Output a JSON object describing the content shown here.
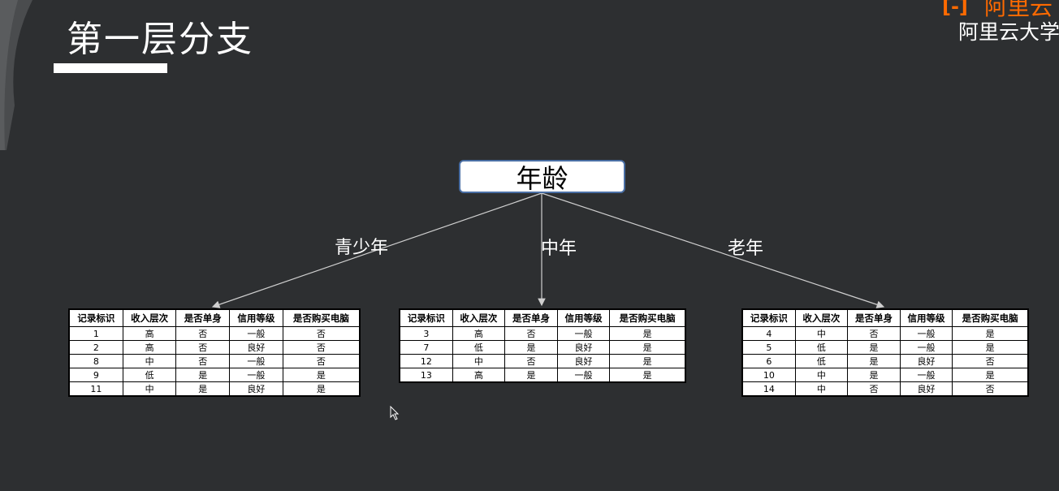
{
  "title": "第一层分支",
  "logo": {
    "mark": "[-]",
    "brand": "阿里云",
    "sub": "阿里云大学",
    "color": "#ff6a00"
  },
  "root_node": "年龄",
  "branches": [
    {
      "label": "青少年",
      "headers": [
        "记录标识",
        "收入层次",
        "是否单身",
        "信用等级",
        "是否购买电脑"
      ],
      "rows": [
        [
          "1",
          "高",
          "否",
          "一般",
          "否"
        ],
        [
          "2",
          "高",
          "否",
          "良好",
          "否"
        ],
        [
          "8",
          "中",
          "否",
          "一般",
          "否"
        ],
        [
          "9",
          "低",
          "是",
          "一般",
          "是"
        ],
        [
          "11",
          "中",
          "是",
          "良好",
          "是"
        ]
      ]
    },
    {
      "label": "中年",
      "headers": [
        "记录标识",
        "收入层次",
        "是否单身",
        "信用等级",
        "是否购买电脑"
      ],
      "rows": [
        [
          "3",
          "高",
          "否",
          "一般",
          "是"
        ],
        [
          "7",
          "低",
          "是",
          "良好",
          "是"
        ],
        [
          "12",
          "中",
          "否",
          "良好",
          "是"
        ],
        [
          "13",
          "高",
          "是",
          "一般",
          "是"
        ]
      ]
    },
    {
      "label": "老年",
      "headers": [
        "记录标识",
        "收入层次",
        "是否单身",
        "信用等级",
        "是否购买电脑"
      ],
      "rows": [
        [
          "4",
          "中",
          "否",
          "一般",
          "是"
        ],
        [
          "5",
          "低",
          "是",
          "一般",
          "是"
        ],
        [
          "6",
          "低",
          "是",
          "良好",
          "否"
        ],
        [
          "10",
          "中",
          "是",
          "一般",
          "是"
        ],
        [
          "14",
          "中",
          "否",
          "良好",
          "否"
        ]
      ]
    }
  ]
}
